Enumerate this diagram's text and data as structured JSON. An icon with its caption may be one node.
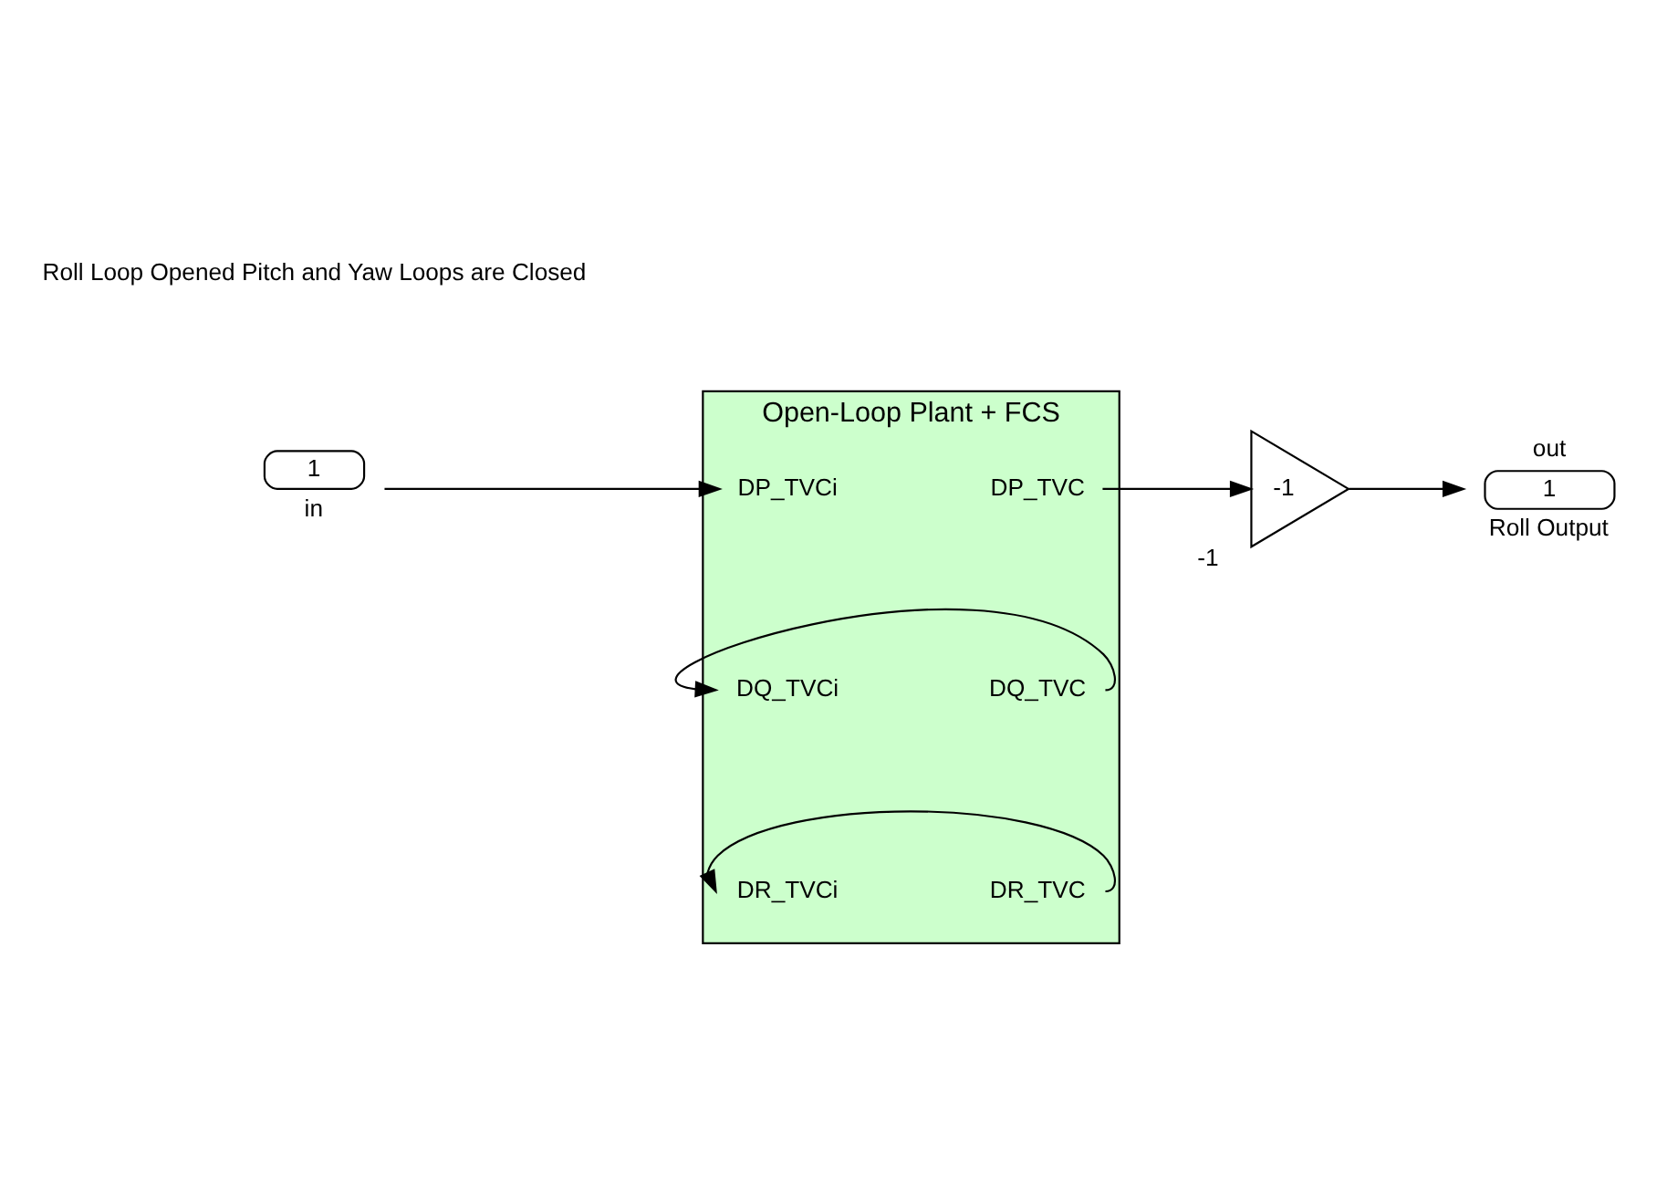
{
  "diagram": {
    "nodes": [
      {
        "text": [
          "1"
        ],
        "beside": [
          "in"
        ]
      },
      {
        "text": [
          "Open-Loop Plant + FCS"
        ]
      },
      {
        "text": [
          "DP_TVCi"
        ],
        "in": 1
      },
      {
        "text": [
          "DP_TVC"
        ],
        "in": 1
      },
      {
        "text": [
          "DQ_TVCi"
        ],
        "in": 1
      },
      {
        "text": [
          "DQ_TVC"
        ],
        "in": 1
      },
      {
        "text": [
          "DR_TVCi"
        ],
        "in": 1
      },
      {
        "text": [
          "DR_TVC"
        ],
        "in": 1
      },
      {
        "text": [
          "-1"
        ],
        "beside": [
          "-1"
        ]
      },
      {
        "text": [
          "1"
        ],
        "beside": [
          "out",
          "Roll Output"
        ]
      }
    ],
    "edges": [
      {
        "from": 0,
        "to": 2,
        "arrow": "to"
      },
      {
        "from": 3,
        "to": 8,
        "arrow": "to"
      },
      {
        "from": 8,
        "to": 9,
        "arrow": "to"
      },
      {
        "from": 5,
        "to": 4,
        "arrow": "to"
      },
      {
        "from": 7,
        "to": 6,
        "arrow": "to"
      }
    ],
    "labels": [
      "Roll Loop Opened Pitch and Yaw Loops are Closed"
    ]
  }
}
